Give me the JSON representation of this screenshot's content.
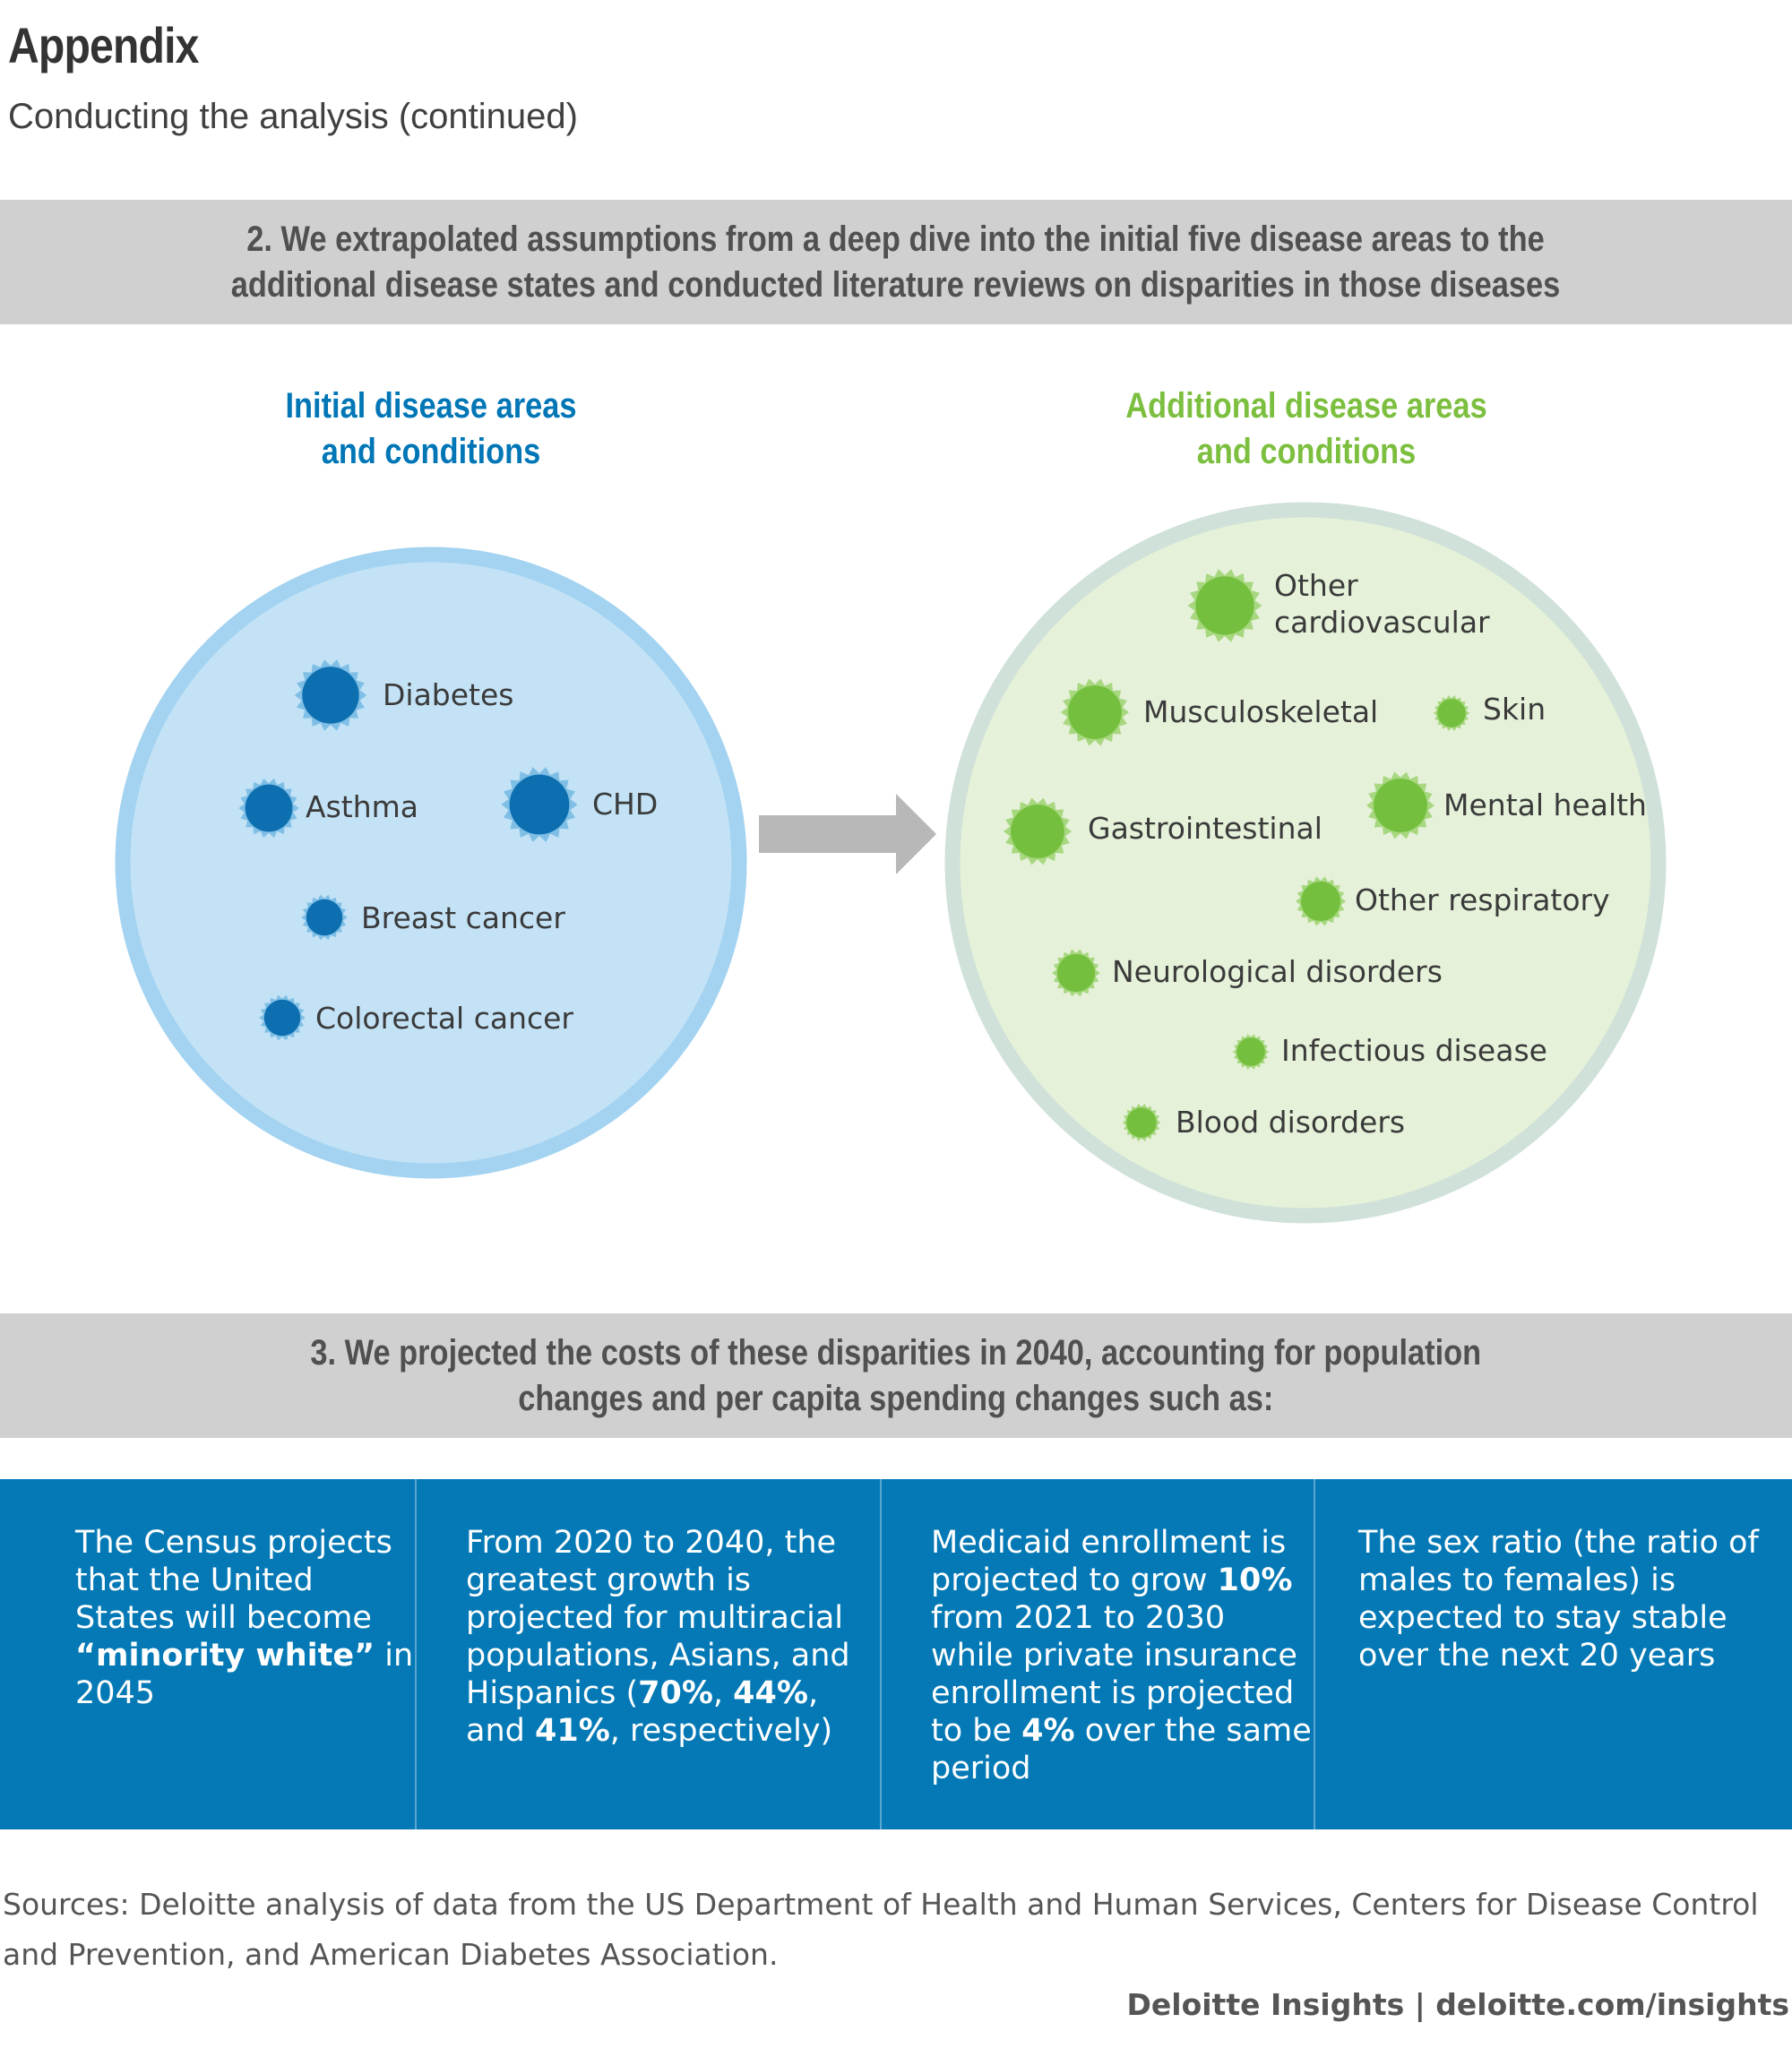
{
  "page": {
    "title": "Appendix",
    "subtitle": "Conducting the analysis (continued)"
  },
  "step2": {
    "line1": "2. We extrapolated assumptions from a deep dive into the initial five disease areas to the",
    "line2": "additional disease states and conducted literature reviews on disparities in those diseases"
  },
  "initial": {
    "heading_line1": "Initial disease areas",
    "heading_line2": "and conditions",
    "items": [
      "Diabetes",
      "Asthma",
      "CHD",
      "Breast cancer",
      "Colorectal cancer"
    ]
  },
  "additional": {
    "heading_line1": "Additional disease areas",
    "heading_line2": "and conditions",
    "items": [
      "Other",
      "cardiovascular",
      "Musculoskeletal",
      "Skin",
      "Gastrointestinal",
      "Mental health",
      "Other respiratory",
      "Neurological disorders",
      "Infectious disease",
      "Blood disorders"
    ]
  },
  "step3": {
    "line1": "3. We projected the costs of these disparities in 2040, accounting for population",
    "line2": "changes and per capita spending changes such as:"
  },
  "stats": [
    {
      "t1": "The Census projects that the United States will become ",
      "b1": "“minority white”",
      "t2": " in 2045"
    },
    {
      "t1": "From 2020 to 2040, the greatest growth is projected for multiracial populations, Asians, and Hispanics (",
      "b1": "70%",
      "t2": ", ",
      "b2": "44%",
      "t3": ", and ",
      "b3": "41%",
      "t4": ", respectively)"
    },
    {
      "t1": "Medicaid enrollment is projected to grow ",
      "b1": "10%",
      "t2": " from 2021 to 2030 while private insurance enrollment is projected to be ",
      "b2": "4%",
      "t3": " over the same period"
    },
    {
      "t1": "The sex ratio (the ratio of males to females) is expected to stay stable over the next 20 years"
    }
  ],
  "sources": "Sources: Deloitte analysis of data from the US Department of Health and Human Services, Centers for Disease Control and Prevention, and American Diabetes Association.",
  "footer": "Deloitte Insights | deloitte.com/insights",
  "colors": {
    "blue_accent": "#0076b6",
    "green_accent": "#7cbf3f",
    "stat_band": "#0479b5",
    "grey_band": "#d0d0d0"
  }
}
